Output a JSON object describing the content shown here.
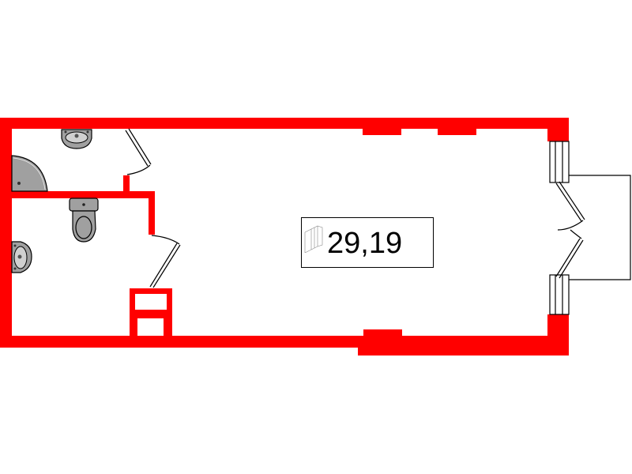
{
  "floor_plan": {
    "area_label": "29,19",
    "wall_color": "#ff0000",
    "fixture_color": "#a0a0a0",
    "rooms": [
      {
        "name": "bathroom-upper",
        "fixtures": [
          "washbasin",
          "corner-shower"
        ]
      },
      {
        "name": "bathroom-lower",
        "fixtures": [
          "toilet",
          "washbasin"
        ]
      },
      {
        "name": "main-room",
        "area": "29,19"
      }
    ],
    "entrance": {
      "type": "double-swing-door",
      "side": "right"
    }
  }
}
